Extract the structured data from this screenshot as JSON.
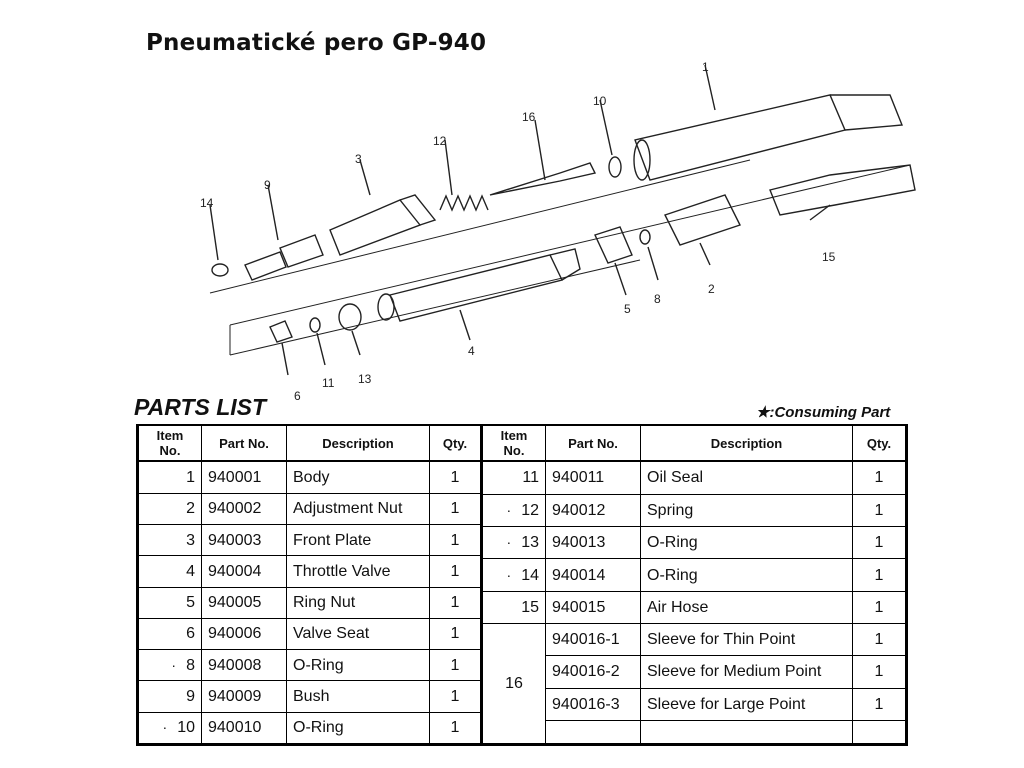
{
  "title": "Pneumatické pero GP-940",
  "parts_list_title": "PARTS LIST",
  "consuming_note": "★:Consuming Part",
  "consumable_marker": "·",
  "callouts": [
    "1",
    "2",
    "3",
    "4",
    "5",
    "6",
    "8",
    "9",
    "10",
    "11",
    "12",
    "13",
    "14",
    "15",
    "16"
  ],
  "headers": {
    "item_no": "Item No.",
    "part_no": "Part No.",
    "description": "Description",
    "qty": "Qty."
  },
  "left_rows": [
    {
      "item": "1",
      "consumable": false,
      "part": "940001",
      "desc": "Body",
      "qty": "1"
    },
    {
      "item": "2",
      "consumable": false,
      "part": "940002",
      "desc": "Adjustment Nut",
      "qty": "1"
    },
    {
      "item": "3",
      "consumable": false,
      "part": "940003",
      "desc": "Front Plate",
      "qty": "1"
    },
    {
      "item": "4",
      "consumable": false,
      "part": "940004",
      "desc": "Throttle Valve",
      "qty": "1"
    },
    {
      "item": "5",
      "consumable": false,
      "part": "940005",
      "desc": "Ring Nut",
      "qty": "1"
    },
    {
      "item": "6",
      "consumable": false,
      "part": "940006",
      "desc": "Valve Seat",
      "qty": "1"
    },
    {
      "item": "8",
      "consumable": true,
      "part": "940008",
      "desc": "O-Ring",
      "qty": "1"
    },
    {
      "item": "9",
      "consumable": false,
      "part": "940009",
      "desc": "Bush",
      "qty": "1"
    },
    {
      "item": "10",
      "consumable": true,
      "part": "940010",
      "desc": "O-Ring",
      "qty": "1"
    }
  ],
  "right_rows": [
    {
      "item": "11",
      "consumable": false,
      "part": "940011",
      "desc": "Oil Seal",
      "qty": "1"
    },
    {
      "item": "12",
      "consumable": true,
      "part": "940012",
      "desc": "Spring",
      "qty": "1"
    },
    {
      "item": "13",
      "consumable": true,
      "part": "940013",
      "desc": "O-Ring",
      "qty": "1"
    },
    {
      "item": "14",
      "consumable": true,
      "part": "940014",
      "desc": "O-Ring",
      "qty": "1"
    },
    {
      "item": "15",
      "consumable": false,
      "part": "940015",
      "desc": "Air Hose",
      "qty": "1"
    }
  ],
  "group_16": {
    "item": "16",
    "rows": [
      {
        "part": "940016-1",
        "desc": "Sleeve for Thin Point",
        "qty": "1"
      },
      {
        "part": "940016-2",
        "desc": "Sleeve for Medium Point",
        "qty": "1"
      },
      {
        "part": "940016-3",
        "desc": "Sleeve for Large Point",
        "qty": "1"
      }
    ]
  }
}
